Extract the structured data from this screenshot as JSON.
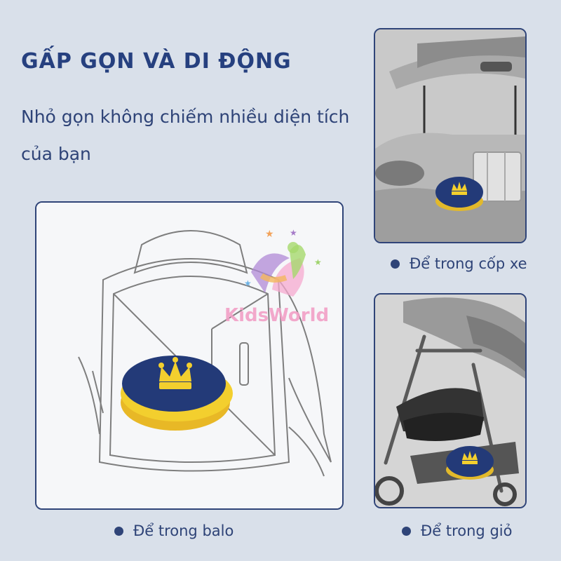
{
  "header": {
    "title": "GẤP GỌN VÀ DI ĐỘNG",
    "subtitle": "Nhỏ gọn không chiếm nhiều diện tích của bạn"
  },
  "captions": {
    "car": "Để trong cốp xe",
    "backpack": "Để trong balo",
    "stroller": "Để trong giỏ"
  },
  "logo": {
    "text": "KidsWorld"
  },
  "colors": {
    "navy": "#2a3c70",
    "seat_navy": "#233a78",
    "crown_yellow": "#f3cf2e",
    "background": "#d9e0ea"
  }
}
